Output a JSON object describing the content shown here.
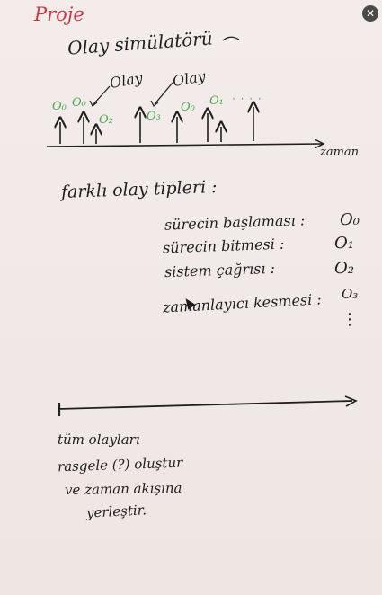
{
  "page": {
    "title": "Proje",
    "close_icon": "close-icon"
  },
  "timeline": {
    "heading": "Olay simülatörü",
    "event_labels": [
      "Olay",
      "Olay"
    ],
    "green_labels": [
      "O₀",
      "O₀",
      "O₂",
      "O₃",
      "O₀",
      "O₁"
    ],
    "ellipsis": "· · · ·",
    "axis_label": "zaman"
  },
  "event_types": {
    "heading": "farklı olay tipleri :",
    "items": [
      {
        "name": "sürecin başlaması :",
        "code": "O₀"
      },
      {
        "name": "sürecin bitmesi :",
        "code": "O₁"
      },
      {
        "name": "sistem çağrısı :",
        "code": "O₂"
      },
      {
        "name": "zamanlayıcı kesmesi :",
        "code": "O₃"
      }
    ],
    "continuation": "⋮"
  },
  "note": {
    "lines": [
      "tüm olayları",
      "rasgele (?) oluştur",
      "ve zaman akışına",
      "yerleştir."
    ]
  },
  "colors": {
    "title_red": "#c83a46",
    "ink": "#1f1f1f",
    "green": "#4faa54",
    "background": "#f1e9e8"
  }
}
